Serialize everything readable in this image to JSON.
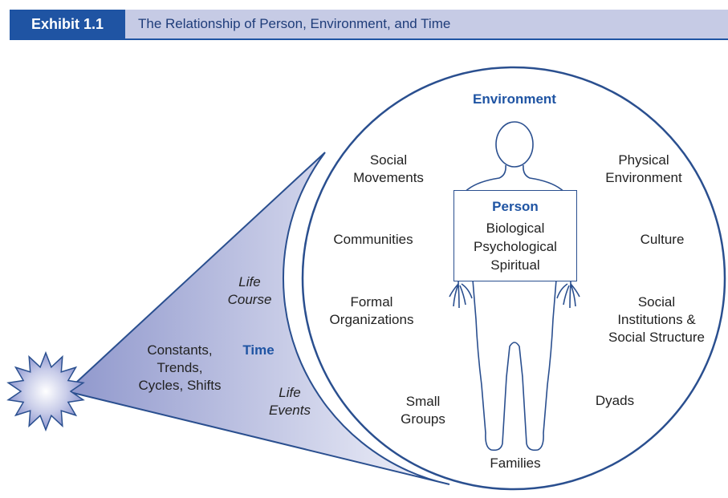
{
  "header": {
    "exhibit_label": "Exhibit 1.1",
    "title": "The Relationship of Person, Environment, and Time"
  },
  "circle": {
    "title": "Environment",
    "person": {
      "title": "Person",
      "lines": [
        "Biological",
        "Psychological",
        "Spiritual"
      ]
    },
    "environment_items": {
      "social_movements": [
        "Social",
        "Movements"
      ],
      "physical_environment": [
        "Physical",
        "Environment"
      ],
      "communities": "Communities",
      "culture": "Culture",
      "formal_organizations": [
        "Formal",
        "Organizations"
      ],
      "social_institutions": [
        "Social",
        "Institutions &",
        "Social Structure"
      ],
      "small_groups": [
        "Small",
        "Groups"
      ],
      "dyads": "Dyads",
      "families": "Families"
    }
  },
  "cone": {
    "time_label": "Time",
    "life_course": [
      "Life",
      "Course"
    ],
    "life_events": [
      "Life",
      "Events"
    ],
    "constants": [
      "Constants,",
      "Trends,",
      "Cycles, Shifts"
    ]
  },
  "colors": {
    "accent": "#1f54a3",
    "header_band": "#c6cbe5",
    "outline": "#2a4f8f"
  }
}
